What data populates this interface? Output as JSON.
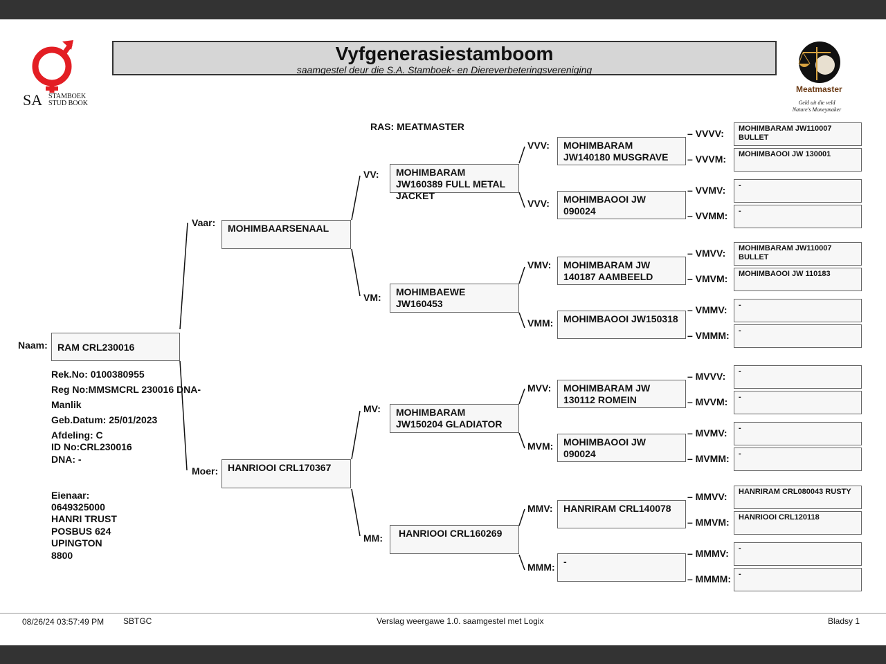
{
  "header": {
    "title": "Vyfgenerasiestamboom",
    "subtitle": "saamgestel deur die S.A. Stamboek- en Diereverbeteringsvereniging",
    "logo_left_main": "SA",
    "logo_left_line1": "STAMBOEK",
    "logo_left_line2": "STUD BOOK",
    "logo_right_brand": "Meatmaster",
    "logo_right_tag1": "Geld uit die veld",
    "logo_right_tag2": "Nature's Moneymaker"
  },
  "breed": "RAS: MEATMASTER",
  "animal": {
    "name_label": "Naam:",
    "name": "RAM CRL230016",
    "rek": "Rek.No: 0100380955",
    "reg": "Reg No:MMSMCRL 230016 DNA-",
    "sex": "Manlik",
    "dob": "Geb.Datum: 25/01/2023",
    "afdeling": "Afdeling: C",
    "id": "ID No:CRL230016",
    "dna": "DNA: -",
    "owner_label": "Eienaar:",
    "owner_lines": [
      "0649325000",
      "HANRI TRUST",
      "POSBUS 624",
      "UPINGTON",
      "8800"
    ]
  },
  "parents": {
    "sire_label": "Vaar:",
    "sire": "MOHIMBAARSENAAL",
    "dam_label": "Moer:",
    "dam": "HANRIOOI CRL170367"
  },
  "grandparents": [
    {
      "label": "VV:",
      "name": "MOHIMBARAM JW160389 FULL METAL JACKET"
    },
    {
      "label": "VM:",
      "name": "MOHIMBAEWE JW160453"
    },
    {
      "label": "MV:",
      "name": "MOHIMBARAM JW150204 GLADIATOR"
    },
    {
      "label": "MM:",
      "name": "HANRIOOI CRL160269"
    }
  ],
  "great_grandparents": [
    {
      "label": "VVV:",
      "name": "MOHIMBARAM JW140180 MUSGRAVE"
    },
    {
      "label": "VVV:",
      "name": "MOHIMBAOOI JW 090024"
    },
    {
      "label": "VMV:",
      "name": "MOHIMBARAM JW 140187 AAMBEELD"
    },
    {
      "label": "VMM:",
      "name": "MOHIMBAOOI JW150318"
    },
    {
      "label": "MVV:",
      "name": "MOHIMBARAM JW 130112 ROMEIN"
    },
    {
      "label": "MVM:",
      "name": "MOHIMBAOOI JW 090024"
    },
    {
      "label": "MMV:",
      "name": "HANRIRAM CRL140078"
    },
    {
      "label": "MMM:",
      "name": "-"
    }
  ],
  "gen5": [
    {
      "label": "VVVV:",
      "name": "MOHIMBARAM JW110007 BULLET"
    },
    {
      "label": "VVVM:",
      "name": "MOHIMBAOOI JW 130001"
    },
    {
      "label": "VVMV:",
      "name": "-"
    },
    {
      "label": "VVMM:",
      "name": "-"
    },
    {
      "label": "VMVV:",
      "name": "MOHIMBARAM JW110007 BULLET"
    },
    {
      "label": "VMVM:",
      "name": "MOHIMBAOOI JW 110183"
    },
    {
      "label": "VMMV:",
      "name": "-"
    },
    {
      "label": "VMMM:",
      "name": "-"
    },
    {
      "label": "MVVV:",
      "name": "-"
    },
    {
      "label": "MVVM:",
      "name": "-"
    },
    {
      "label": "MVMV:",
      "name": "-"
    },
    {
      "label": "MVMM:",
      "name": "-"
    },
    {
      "label": "MMVV:",
      "name": "HANRIRAM CRL080043 RUSTY"
    },
    {
      "label": "MMVM:",
      "name": "HANRIOOI CRL120118"
    },
    {
      "label": "MMMV:",
      "name": "-"
    },
    {
      "label": "MMMM:",
      "name": "-"
    }
  ],
  "footer": {
    "timestamp": "08/26/24 03:57:49 PM",
    "code": "SBTGC",
    "report": "Verslag weergawe 1.0. saamgestel met Logix",
    "page": "Bladsy 1"
  },
  "colors": {
    "bar": "#333333",
    "title_bg": "#d6d6d6",
    "logo_red": "#e31e24"
  }
}
